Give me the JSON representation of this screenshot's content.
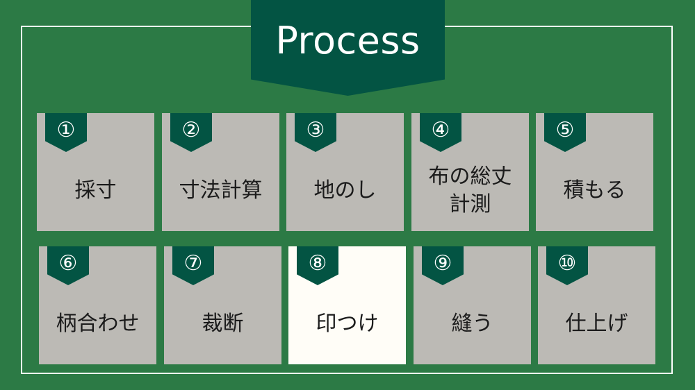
{
  "title": "Process",
  "active_step": 8,
  "colors": {
    "background": "#2c7a45",
    "banner": "#035443",
    "card": "#bcbab5",
    "active_card": "#fffdf7",
    "frame": "#ffffff"
  },
  "steps": [
    {
      "num": "①",
      "label": "採寸"
    },
    {
      "num": "②",
      "label": "寸法計算"
    },
    {
      "num": "③",
      "label": "地のし"
    },
    {
      "num": "④",
      "label": "布の総丈\n計測"
    },
    {
      "num": "⑤",
      "label": "積もる"
    },
    {
      "num": "⑥",
      "label": "柄合わせ"
    },
    {
      "num": "⑦",
      "label": "裁断"
    },
    {
      "num": "⑧",
      "label": "印つけ"
    },
    {
      "num": "⑨",
      "label": "縫う"
    },
    {
      "num": "⑩",
      "label": "仕上げ"
    }
  ]
}
